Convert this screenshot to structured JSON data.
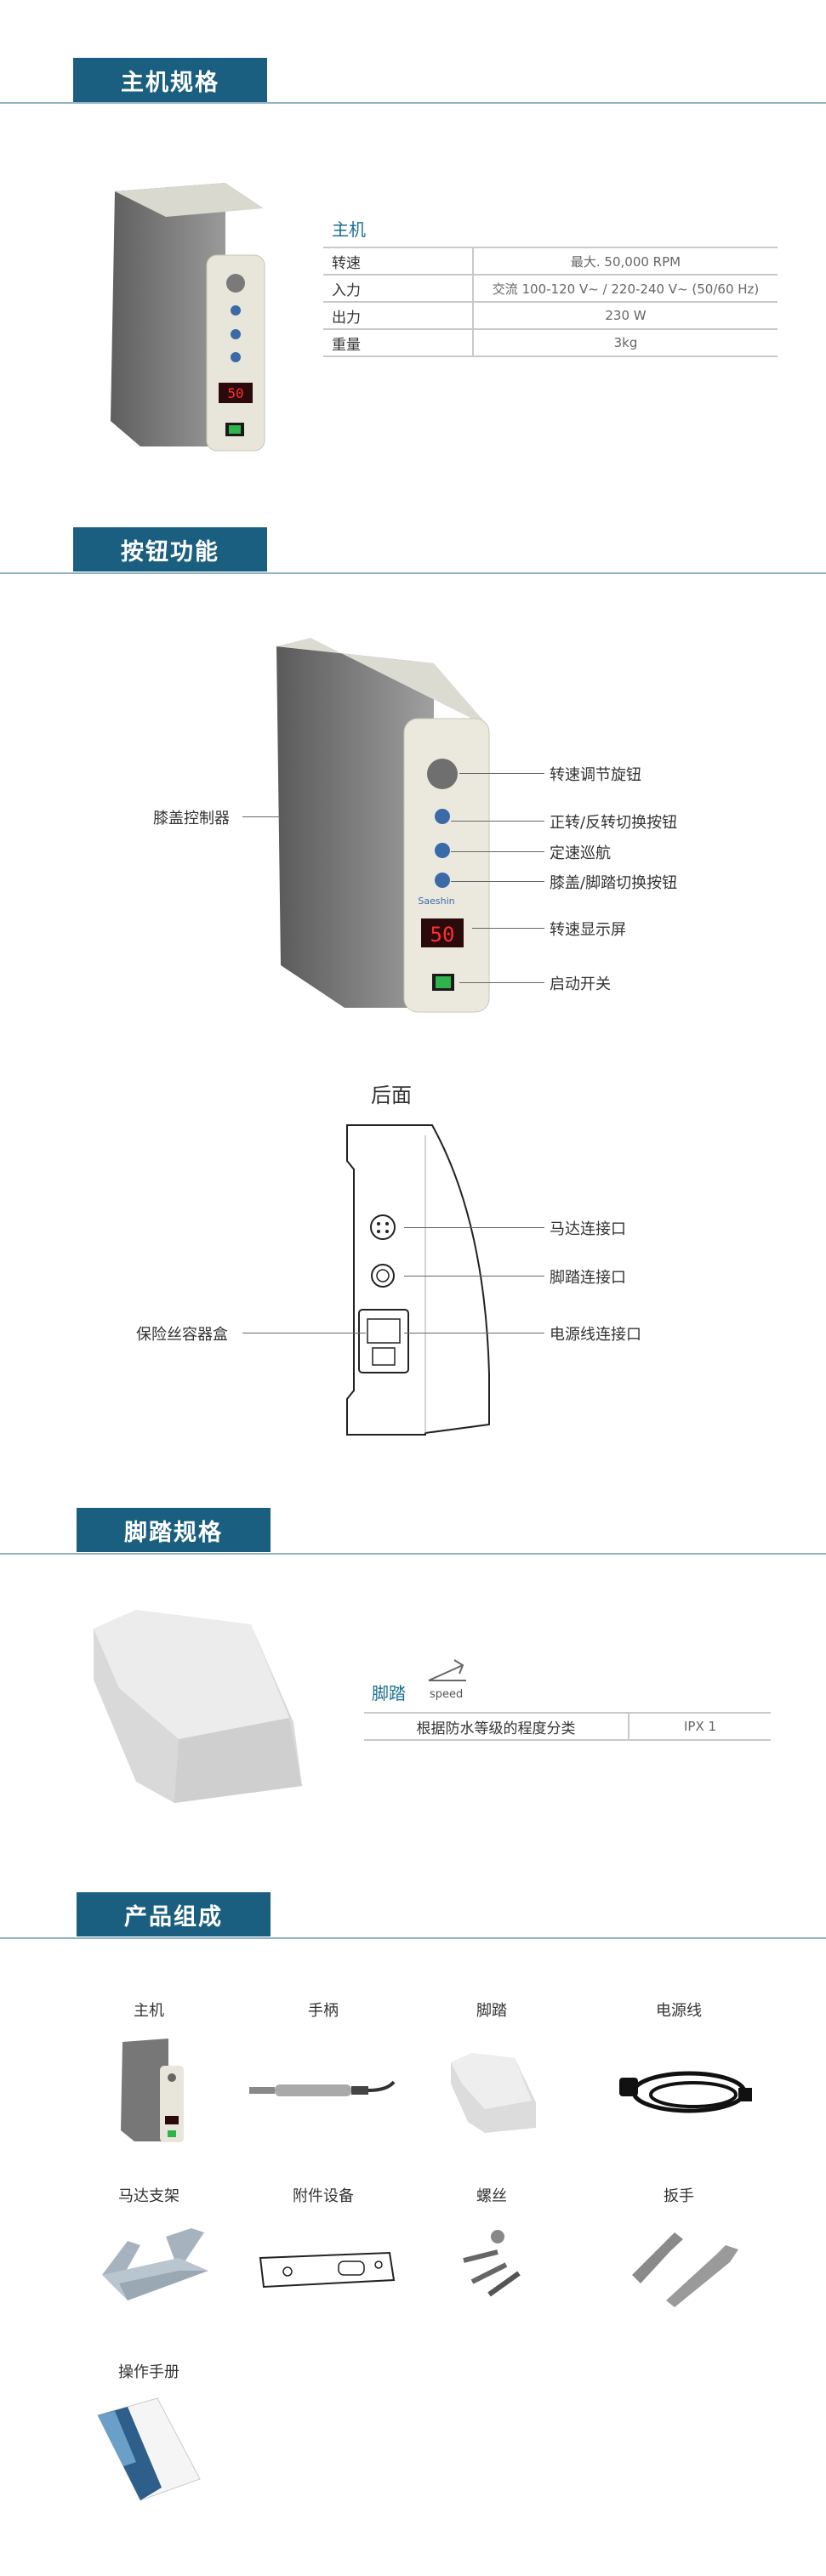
{
  "sections": {
    "main_spec": "主机规格",
    "buttons": "按钮功能",
    "pedal_spec": "脚踏规格",
    "components": "产品组成"
  },
  "main_table": {
    "title": "主机",
    "rows": [
      {
        "key": "转速",
        "value": "最大. 50,000 RPM"
      },
      {
        "key": "入力",
        "value": "交流 100-120 V~ / 220-240 V~ (50/60 Hz)"
      },
      {
        "key": "出力",
        "value": "230 W"
      },
      {
        "key": "重量",
        "value": "3kg"
      }
    ]
  },
  "device": {
    "display_value": "50",
    "brand": "Saeshin"
  },
  "front_callouts": {
    "knee": "膝盖控制器",
    "speed_knob": "转速调节旋钮",
    "fwd_rev": "正转/反转切换按钮",
    "cruise": "定速巡航",
    "knee_foot": "膝盖/脚踏切换按钮",
    "display": "转速显示屏",
    "power": "启动开关"
  },
  "rear": {
    "title": "后面",
    "motor": "马达连接口",
    "pedal": "脚踏连接口",
    "fuse": "保险丝容器盒",
    "power": "电源线连接口"
  },
  "pedal_table": {
    "title": "脚踏",
    "icon_label": "speed",
    "rows": [
      {
        "key": "根据防水等级的程度分类",
        "value": "IPX 1"
      }
    ]
  },
  "components": [
    "主机",
    "手柄",
    "脚踏",
    "电源线",
    "马达支架",
    "附件设备",
    "螺丝",
    "扳手",
    "操作手册"
  ],
  "colors": {
    "accent": "#1a5f80",
    "line": "#8fb2c4",
    "title": "#1a6f8f"
  }
}
